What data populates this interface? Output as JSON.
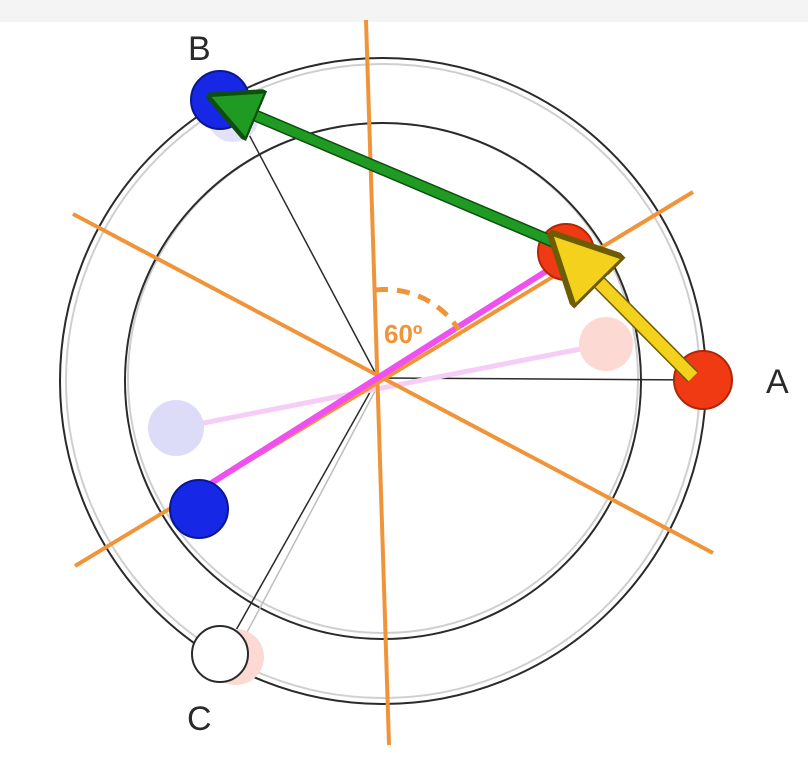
{
  "labels": {
    "point_a": "A",
    "point_b": "B",
    "point_c": "C",
    "angle": "60º"
  },
  "colors": {
    "axis_orange": "#f0943a",
    "red_atom": "#f03a14",
    "blue_atom": "#1628e6",
    "arrow_green": "#1f9a22",
    "arrow_yellow": "#f3d11c",
    "bond_magenta": "#f050f0",
    "circle_stroke": "#2a2a2a"
  }
}
